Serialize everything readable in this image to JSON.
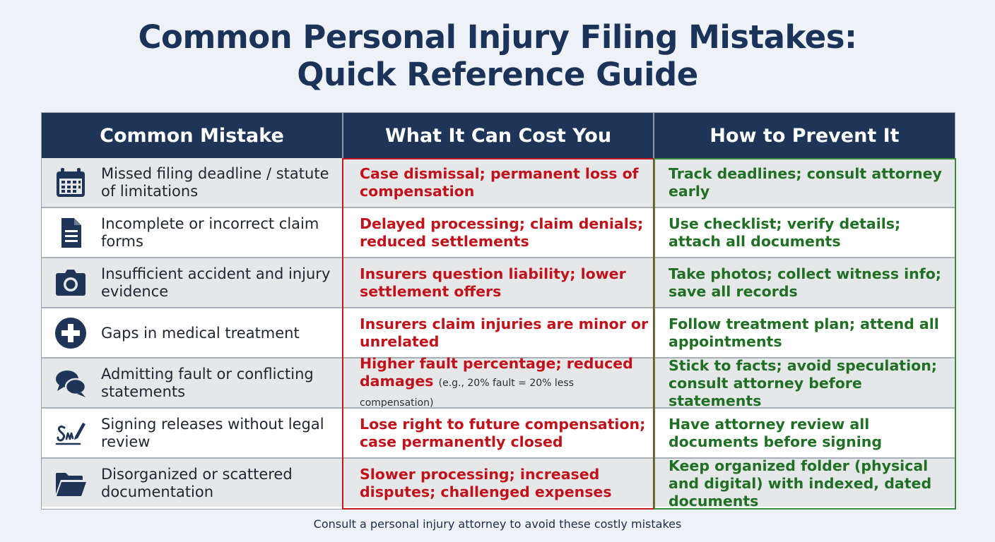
{
  "title": {
    "line1": "Common Personal Injury Filing Mistakes:",
    "line2": "Quick Reference Guide"
  },
  "headers": [
    "Common Mistake",
    "What It Can Cost You",
    "How to Prevent It"
  ],
  "rows": [
    {
      "icon": "calendar-icon",
      "mistake": "Missed filing deadline / statute of limitations",
      "cost": "Case dismissal; permanent loss of compensation",
      "cost_note": "",
      "prevent": "Track deadlines; consult attorney early"
    },
    {
      "icon": "document-icon",
      "mistake": "Incomplete or incorrect claim forms",
      "cost": "Delayed processing; claim denials; reduced settlements",
      "cost_note": "",
      "prevent": "Use checklist; verify details; attach all documents"
    },
    {
      "icon": "camera-icon",
      "mistake": "Insufficient accident and injury evidence",
      "cost": "Insurers question liability; lower settlement offers",
      "cost_note": "",
      "prevent": "Take photos; collect witness info; save all records"
    },
    {
      "icon": "medical-cross-icon",
      "mistake": "Gaps in medical treatment",
      "cost": "Insurers claim injuries are minor or unrelated",
      "cost_note": "",
      "prevent": "Follow treatment plan; attend all appointments"
    },
    {
      "icon": "speech-bubbles-icon",
      "mistake": "Admitting fault or conflicting statements",
      "cost": "Higher fault percentage; reduced damages",
      "cost_note": "(e.g., 20% fault = 20% less compensation)",
      "prevent": "Stick to facts; avoid speculation; consult attorney before statements"
    },
    {
      "icon": "signature-pen-icon",
      "mistake": "Signing releases without legal review",
      "cost": "Lose right to future compensation; case permanently closed",
      "cost_note": "",
      "prevent": "Have attorney review all documents before signing"
    },
    {
      "icon": "folder-icon",
      "mistake": "Disorganized or scattered documentation",
      "cost": "Slower processing; increased disputes; challenged expenses",
      "cost_note": "",
      "prevent": "Keep organized folder (physical and digital) with indexed, dated documents"
    }
  ],
  "footer": "Consult a personal injury attorney to avoid these costly mistakes",
  "colors": {
    "header_bg": "#1e3558",
    "title": "#1b3358",
    "cost_text": "#c1121b",
    "prevent_text": "#1f6f24",
    "icon": "#1e3558"
  }
}
